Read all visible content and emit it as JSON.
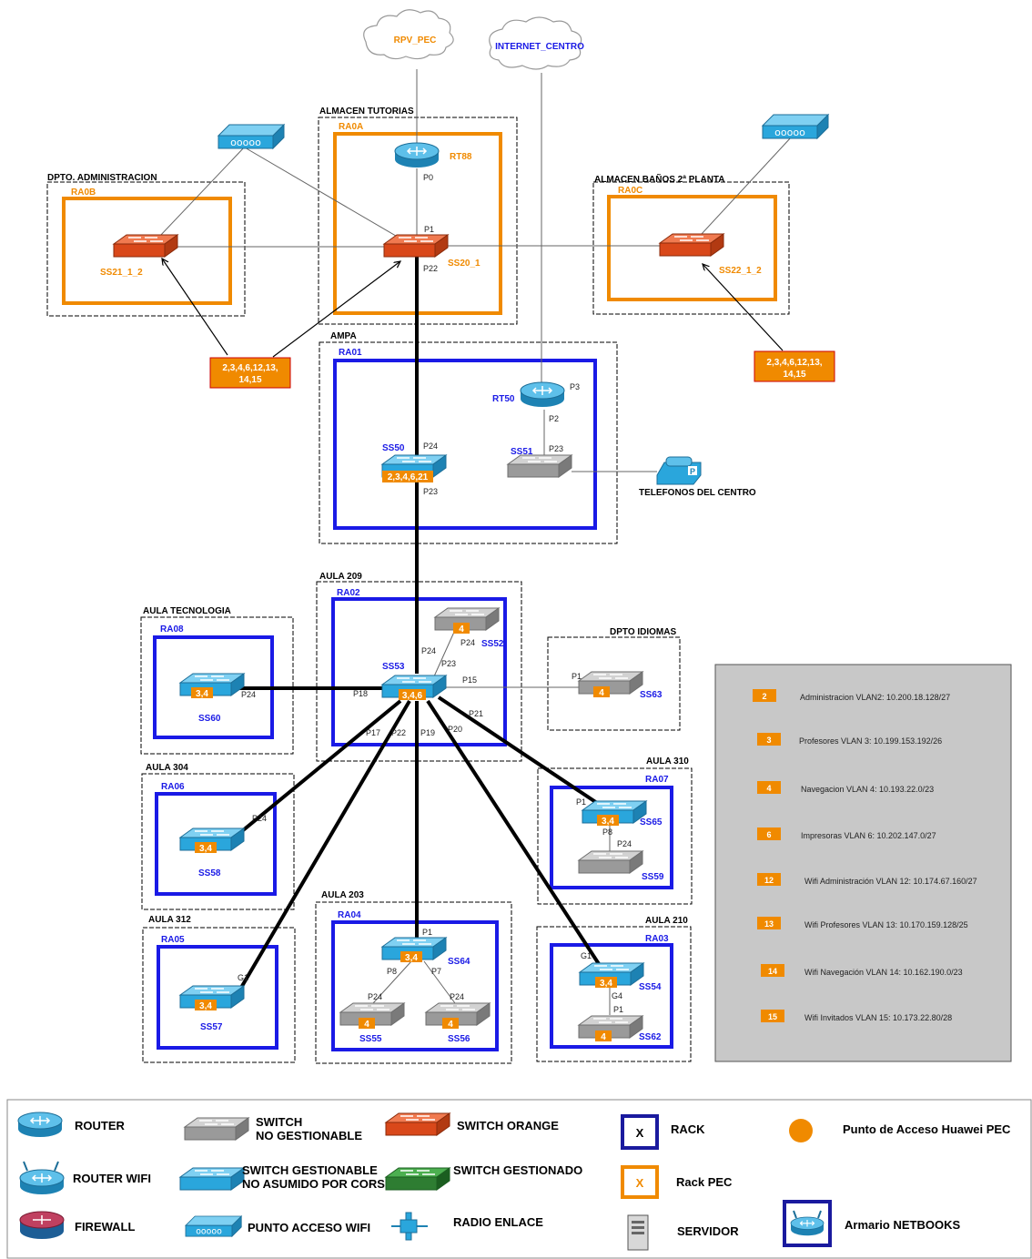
{
  "clouds": {
    "rpv": "RPV_PEC",
    "internet": "INTERNET_CENTRO"
  },
  "rooms": {
    "almacen_tutorias": "ALMACEN TUTORIAS",
    "dpto_admin": "DPTO. ADMINISTRACION",
    "almacen_banos": "ALMACEN BAÑOS 2ª PLANTA",
    "ampa": "AMPA",
    "aula209": "AULA 209",
    "aula_tec": "AULA TECNOLOGIA",
    "dpto_idiomas": "DPTO IDIOMAS",
    "aula304": "AULA 304",
    "aula310": "AULA 310",
    "aula312": "AULA 312",
    "aula203": "AULA 203",
    "aula210": "AULA 210"
  },
  "racks": {
    "ra0a": "RA0A",
    "ra0b": "RA0B",
    "ra0c": "RA0C",
    "ra01": "RA01",
    "ra02": "RA02",
    "ra08": "RA08",
    "ra06": "RA06",
    "ra05": "RA05",
    "ra04": "RA04",
    "ra07": "RA07",
    "ra03": "RA03"
  },
  "devices": {
    "rt88": "RT88",
    "rt50": "RT50",
    "ss20": "SS20_1",
    "ss21": "SS21_1_2",
    "ss22": "SS22_1_2",
    "ss50": "SS50",
    "ss51": "SS51",
    "ss52": "SS52",
    "ss53": "SS53",
    "ss60": "SS60",
    "ss63": "SS63",
    "ss58": "SS58",
    "ss65": "SS65",
    "ss59": "SS59",
    "ss57": "SS57",
    "ss64": "SS64",
    "ss55": "SS55",
    "ss56": "SS56",
    "ss54": "SS54",
    "ss62": "SS62",
    "telefonos": "TELEFONOS DEL CENTRO"
  },
  "ports": {
    "p0": "P0",
    "p1": "P1",
    "p22": "P22",
    "p24": "P24",
    "p23": "P23",
    "p3": "P3",
    "p2": "P2",
    "p15": "P15",
    "p18": "P18",
    "p17": "P17",
    "p19": "P19",
    "p20": "P20",
    "p21": "P21",
    "p8": "P8",
    "p7": "P7",
    "g1": "G1",
    "g4": "G4"
  },
  "vlan_tags": {
    "trunk_admin": "2,3,4,6,12,13,\n14,15",
    "ss50": "2,3,4,6,21",
    "ss53": "3,4,6",
    "v34": "3,4",
    "v4": "4"
  },
  "vlan_legend": [
    {
      "num": "2",
      "text": "Administracion VLAN2: 10.200.18.128/27"
    },
    {
      "num": "3",
      "text": "Profesores VLAN 3: 10.199.153.192/26"
    },
    {
      "num": "4",
      "text": "Navegacion VLAN 4: 10.193.22.0/23"
    },
    {
      "num": "6",
      "text": "Impresoras VLAN 6: 10.202.147.0/27"
    },
    {
      "num": "12",
      "text": "Wifi Administración VLAN 12: 10.174.67.160/27"
    },
    {
      "num": "13",
      "text": "Wifi Profesores VLAN 13: 10.170.159.128/25"
    },
    {
      "num": "14",
      "text": "Wifi Navegación VLAN 14: 10.162.190.0/23"
    },
    {
      "num": "15",
      "text": "Wifi Invitados VLAN 15: 10.173.22.80/28"
    }
  ],
  "key": {
    "router": "ROUTER",
    "router_wifi": "ROUTER WIFI",
    "firewall": "FIREWALL",
    "switch_ng_1": "SWITCH",
    "switch_ng_2": "NO GESTIONABLE",
    "switch_gna_1": "SWITCH GESTIONABLE",
    "switch_gna_2": "NO ASUMIDO POR CORS",
    "punto_wifi": "PUNTO ACCESO WIFI",
    "switch_orange": "SWITCH ORANGE",
    "switch_gestionado": "SWITCH GESTIONADO",
    "radio_enlace": "RADIO ENLACE",
    "rack": "RACK",
    "rack_pec": "Rack PEC",
    "servidor": "SERVIDOR",
    "punto_huawei": "Punto de Acceso Huawei PEC",
    "armario": "Armario NETBOOKS",
    "x": "X"
  },
  "colors": {
    "orange": "#f08a00",
    "blue": "#1a1ae6",
    "switch_blue": "#2aa6dc",
    "switch_grey": "#9a9a9a",
    "switch_orange": "#d9481a",
    "legend_bg": "#c8c8c8"
  }
}
